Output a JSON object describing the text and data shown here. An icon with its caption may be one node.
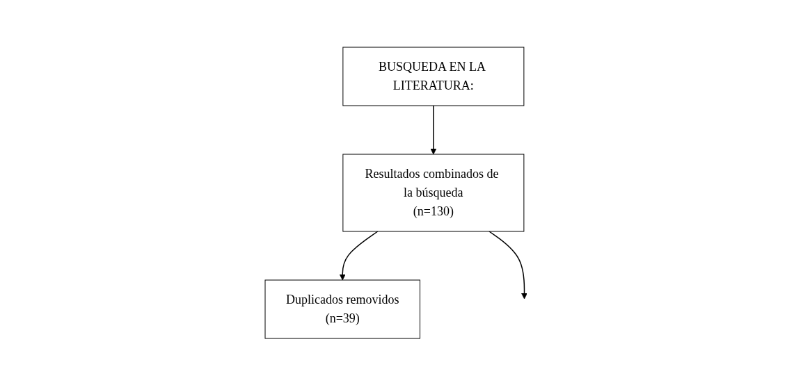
{
  "diagram": {
    "nodes": [
      {
        "text": [
          "BUSQUEDA EN LA LITERATURA:"
        ]
      },
      {
        "text": [
          "Resultados combinados de la búsqueda",
          "(n=130)"
        ]
      },
      {
        "text": [
          "Duplicados removidos",
          "(n=39)"
        ]
      }
    ],
    "edges": [
      {
        "from": 0,
        "to": 1,
        "arrow": "to"
      },
      {
        "from": 1,
        "to": 2,
        "arrow": "to"
      },
      {
        "from": 1,
        "to": null,
        "arrow": "to"
      }
    ]
  }
}
